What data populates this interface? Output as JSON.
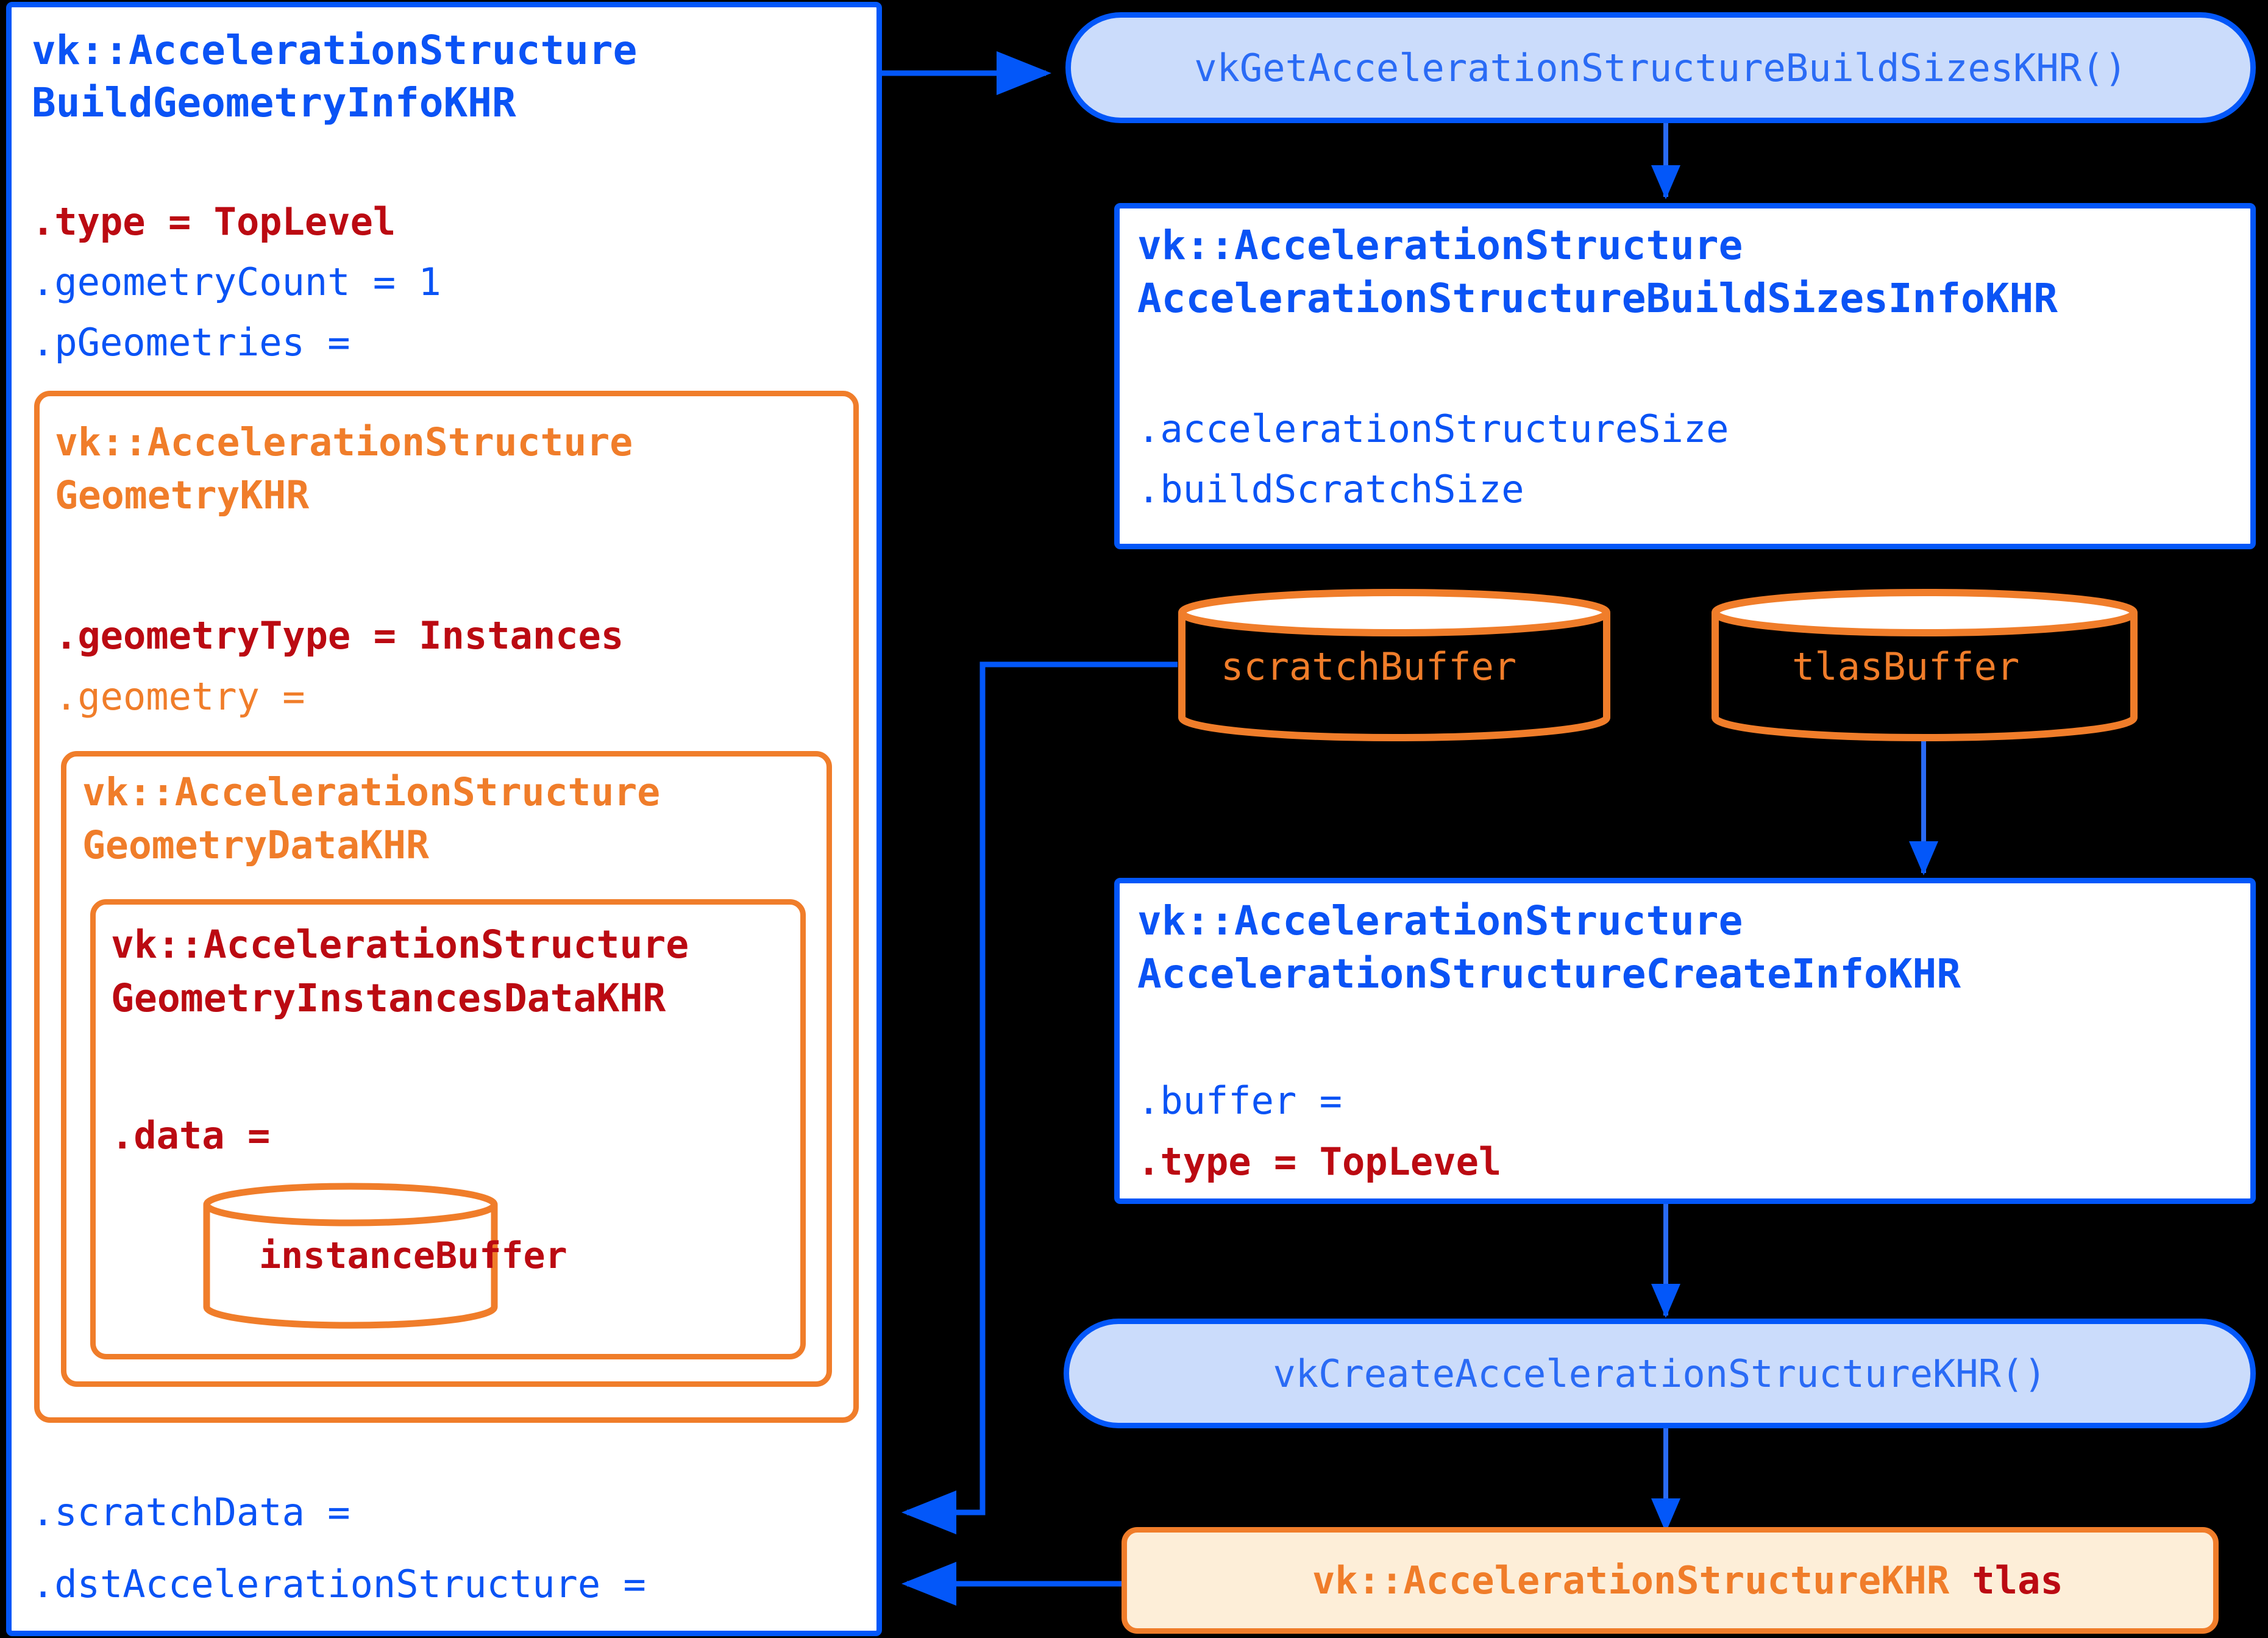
{
  "colors": {
    "blue": "#0357f9",
    "blue_text": "#0a53f5",
    "orange": "#f07d2a",
    "red": "#bb0a12",
    "pill_fill": "#cbdcfb",
    "tan_fill": "#fdeed8",
    "background": "#000000",
    "box_fill": "#ffffff"
  },
  "build_geometry_info": {
    "title_line1": "vk::AccelerationStructure",
    "title_line2": "BuildGeometryInfoKHR",
    "fields": [
      {
        "text": ".type = TopLevel",
        "style": "red-bold"
      },
      {
        "text": ".geometryCount = 1",
        "style": "blue"
      },
      {
        "text": ".pGeometries =",
        "style": "blue"
      }
    ],
    "tail_fields": [
      {
        "text": ".scratchData =",
        "style": "blue"
      },
      {
        "text": ".dstAccelerationStructure =",
        "style": "blue"
      }
    ]
  },
  "geometry_khr": {
    "title_line1": "vk::AccelerationStructure",
    "title_line2": "GeometryKHR",
    "fields": [
      {
        "text": ".geometryType = Instances",
        "style": "red-bold"
      },
      {
        "text": ".geometry =",
        "style": "orange"
      }
    ]
  },
  "geometry_data_khr": {
    "title_line1": "vk::AccelerationStructure",
    "title_line2": "GeometryDataKHR"
  },
  "geometry_instances_data_khr": {
    "title_line1": "vk::AccelerationStructure",
    "title_line2": "GeometryInstancesDataKHR",
    "fields": [
      {
        "text": ".data =",
        "style": "red-bold"
      }
    ]
  },
  "instance_buffer": {
    "label": "instanceBuffer"
  },
  "get_build_sizes_call": {
    "label": "vkGetAccelerationStructureBuildSizesKHR()"
  },
  "build_sizes_info": {
    "title_line1": "vk::AccelerationStructure",
    "title_line2": "AccelerationStructureBuildSizesInfoKHR",
    "fields": [
      {
        "text": ".accelerationStructureSize",
        "style": "blue"
      },
      {
        "text": ".buildScratchSize",
        "style": "blue"
      }
    ]
  },
  "scratch_buffer": {
    "label": "scratchBuffer"
  },
  "tlas_buffer": {
    "label": "tlasBuffer"
  },
  "create_info": {
    "title_line1": "vk::AccelerationStructure",
    "title_line2": "AccelerationStructureCreateInfoKHR",
    "fields": [
      {
        "text": ".buffer =",
        "style": "blue"
      },
      {
        "text": ".type = TopLevel",
        "style": "red-bold"
      }
    ]
  },
  "create_call": {
    "label": "vkCreateAccelerationStructureKHR()"
  },
  "tlas_result": {
    "type_label": "vk::AccelerationStructureKHR",
    "var_label": "tlas"
  }
}
